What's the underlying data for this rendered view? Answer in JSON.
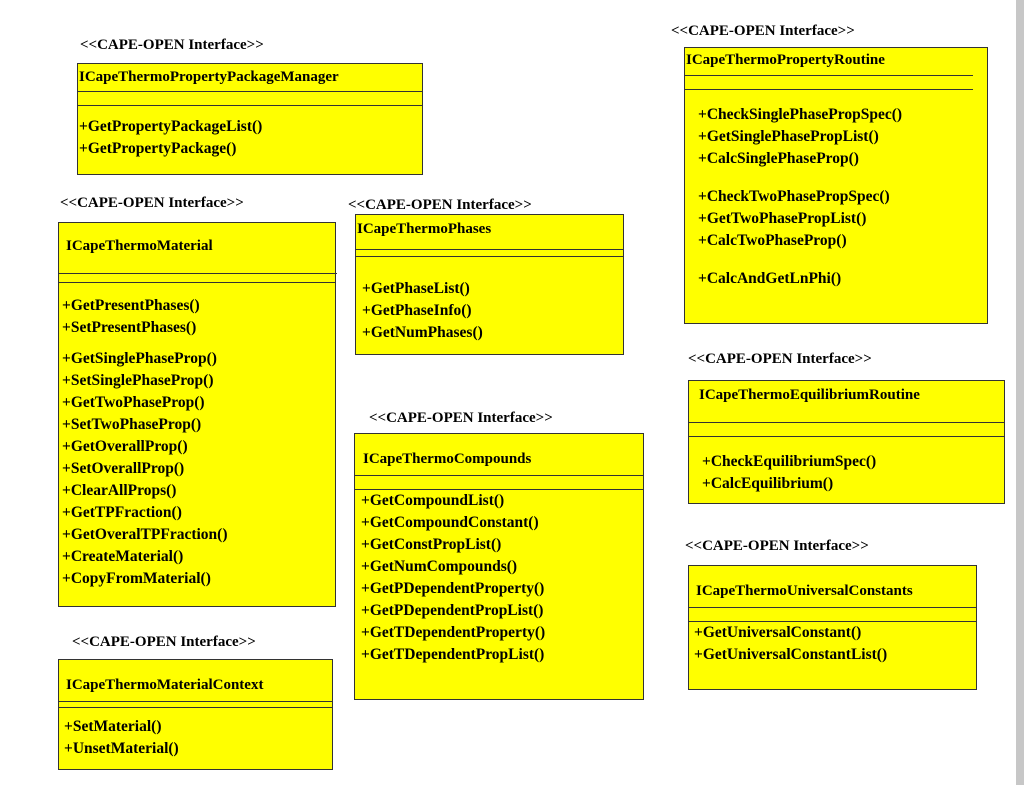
{
  "stereotype": "<<CAPE-OPEN Interface>>",
  "colors": {
    "box_fill": "#ffff00",
    "border": "#333333",
    "text": "#000000"
  },
  "interfaces": {
    "package_manager": {
      "name": "ICapeThermoPropertyPackageManager",
      "operations": [
        "+GetPropertyPackageList()",
        "+GetPropertyPackage()"
      ]
    },
    "material": {
      "name": "ICapeThermoMaterial",
      "groups": [
        [
          "+GetPresentPhases()",
          "+SetPresentPhases()"
        ],
        [
          "+GetSinglePhaseProp()",
          "+SetSinglePhaseProp()",
          "+GetTwoPhaseProp()",
          "+SetTwoPhaseProp()",
          "+GetOverallProp()",
          "+SetOverallProp()",
          "+ClearAllProps()",
          "+GetTPFraction()",
          "+GetOveralTPFraction()",
          "+CreateMaterial()",
          "+CopyFromMaterial()"
        ]
      ]
    },
    "material_context": {
      "name": "ICapeThermoMaterialContext",
      "operations": [
        "+SetMaterial()",
        "+UnsetMaterial()"
      ]
    },
    "phases": {
      "name": "ICapeThermoPhases",
      "operations": [
        "+GetPhaseList()",
        "+GetPhaseInfo()",
        "+GetNumPhases()"
      ]
    },
    "compounds": {
      "name": "ICapeThermoCompounds",
      "operations": [
        "+GetCompoundList()",
        "+GetCompoundConstant()",
        "+GetConstPropList()",
        "+GetNumCompounds()",
        "+GetPDependentProperty()",
        "+GetPDependentPropList()",
        "+GetTDependentProperty()",
        "+GetTDependentPropList()"
      ]
    },
    "property_routine": {
      "name": "ICapeThermoPropertyRoutine",
      "groups": [
        [
          "+CheckSinglePhasePropSpec()",
          "+GetSinglePhasePropList()",
          "+CalcSinglePhaseProp()"
        ],
        [
          "+CheckTwoPhasePropSpec()",
          "+GetTwoPhasePropList()",
          "+CalcTwoPhaseProp()"
        ],
        [
          "+CalcAndGetLnPhi()"
        ]
      ]
    },
    "equilibrium_routine": {
      "name": "ICapeThermoEquilibriumRoutine",
      "operations": [
        "+CheckEquilibriumSpec()",
        "+CalcEquilibrium()"
      ]
    },
    "universal_constants": {
      "name": "ICapeThermoUniversalConstants",
      "operations": [
        "+GetUniversalConstant()",
        "+GetUniversalConstantList()"
      ]
    }
  }
}
